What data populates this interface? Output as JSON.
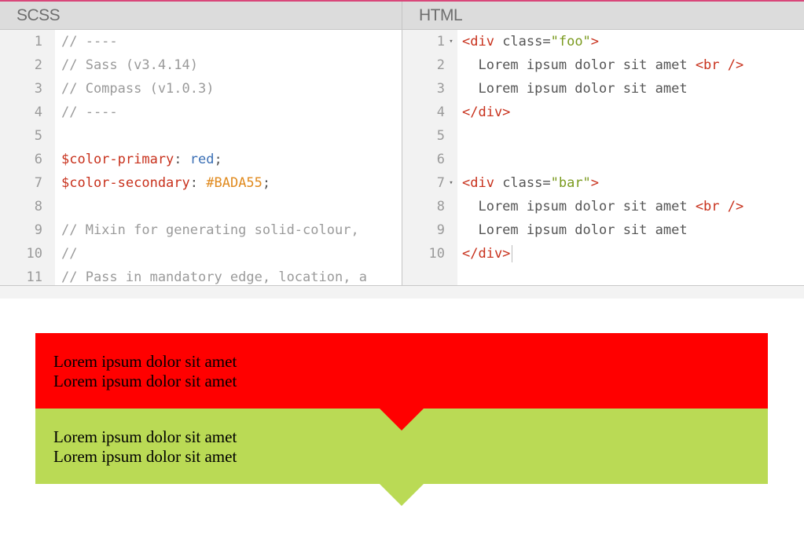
{
  "editors": {
    "scss": {
      "title": "SCSS",
      "lines": [
        {
          "n": "1",
          "parts": [
            {
              "c": "tok-comment",
              "t": "// ----"
            }
          ]
        },
        {
          "n": "2",
          "parts": [
            {
              "c": "tok-comment",
              "t": "// Sass (v3.4.14)"
            }
          ]
        },
        {
          "n": "3",
          "parts": [
            {
              "c": "tok-comment",
              "t": "// Compass (v1.0.3)"
            }
          ]
        },
        {
          "n": "4",
          "parts": [
            {
              "c": "tok-comment",
              "t": "// ----"
            }
          ]
        },
        {
          "n": "5",
          "parts": []
        },
        {
          "n": "6",
          "parts": [
            {
              "c": "tok-var",
              "t": "$color-primary"
            },
            {
              "c": "tok-plain",
              "t": ": "
            },
            {
              "c": "tok-val-red",
              "t": "red"
            },
            {
              "c": "tok-plain",
              "t": ";"
            }
          ]
        },
        {
          "n": "7",
          "parts": [
            {
              "c": "tok-var",
              "t": "$color-secondary"
            },
            {
              "c": "tok-plain",
              "t": ": "
            },
            {
              "c": "tok-val-hex",
              "t": "#BADA55"
            },
            {
              "c": "tok-plain",
              "t": ";"
            }
          ]
        },
        {
          "n": "8",
          "parts": []
        },
        {
          "n": "9",
          "parts": [
            {
              "c": "tok-comment",
              "t": "// Mixin for generating solid-colour,"
            }
          ]
        },
        {
          "n": "10",
          "parts": [
            {
              "c": "tok-comment",
              "t": "//"
            }
          ]
        },
        {
          "n": "11",
          "parts": [
            {
              "c": "tok-comment",
              "t": "// Pass in mandatory edge, location, a"
            }
          ]
        }
      ]
    },
    "html": {
      "title": "HTML",
      "lines": [
        {
          "n": "1",
          "fold": true,
          "parts": [
            {
              "c": "tok-tag",
              "t": "<div "
            },
            {
              "c": "tok-attr",
              "t": "class="
            },
            {
              "c": "tok-str",
              "t": "\"foo\""
            },
            {
              "c": "tok-tag",
              "t": ">"
            }
          ]
        },
        {
          "n": "2",
          "parts": [
            {
              "c": "tok-plain",
              "t": "  Lorem ipsum dolor sit amet "
            },
            {
              "c": "tok-tag",
              "t": "<br />"
            }
          ]
        },
        {
          "n": "3",
          "parts": [
            {
              "c": "tok-plain",
              "t": "  Lorem ipsum dolor sit amet"
            }
          ]
        },
        {
          "n": "4",
          "parts": [
            {
              "c": "tok-tag",
              "t": "</div>"
            }
          ]
        },
        {
          "n": "5",
          "parts": []
        },
        {
          "n": "6",
          "parts": []
        },
        {
          "n": "7",
          "fold": true,
          "parts": [
            {
              "c": "tok-tag",
              "t": "<div "
            },
            {
              "c": "tok-attr",
              "t": "class="
            },
            {
              "c": "tok-str",
              "t": "\"bar\""
            },
            {
              "c": "tok-tag",
              "t": ">"
            }
          ]
        },
        {
          "n": "8",
          "parts": [
            {
              "c": "tok-plain",
              "t": "  Lorem ipsum dolor sit amet "
            },
            {
              "c": "tok-tag",
              "t": "<br />"
            }
          ]
        },
        {
          "n": "9",
          "parts": [
            {
              "c": "tok-plain",
              "t": "  Lorem ipsum dolor sit amet"
            }
          ]
        },
        {
          "n": "10",
          "cursor": true,
          "parts": [
            {
              "c": "tok-tag",
              "t": "</div>"
            }
          ]
        }
      ]
    }
  },
  "preview": {
    "foo": {
      "color": "#ff0000",
      "line1": "Lorem ipsum dolor sit amet",
      "line2": "Lorem ipsum dolor sit amet"
    },
    "bar": {
      "color": "#BADA55",
      "line1": "Lorem ipsum dolor sit amet",
      "line2": "Lorem ipsum dolor sit amet"
    }
  }
}
